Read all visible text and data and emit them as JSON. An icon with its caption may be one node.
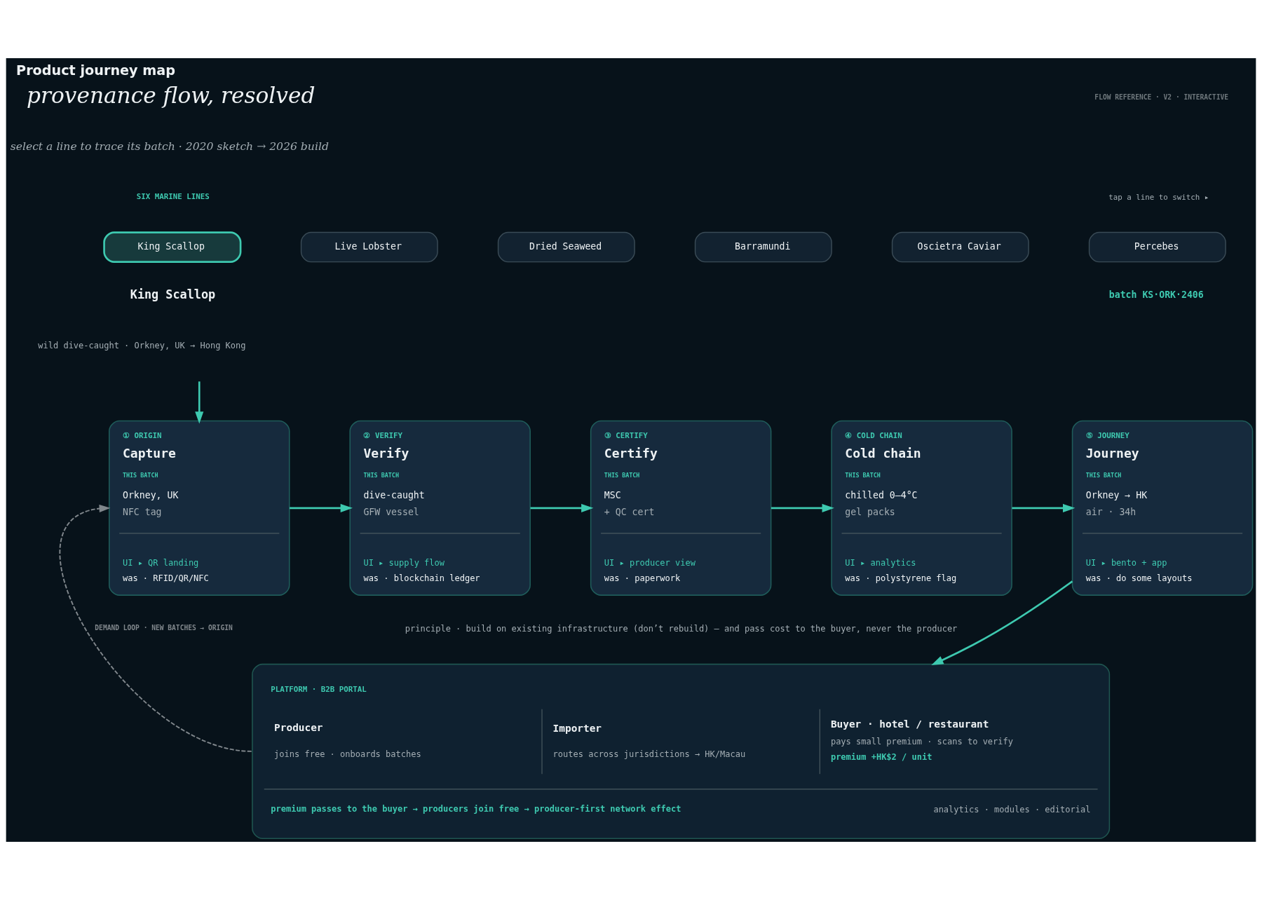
{
  "diagram": {
    "title": "Product journey map",
    "nodes": [
      {
        "text": [
          "King Scallop"
        ]
      },
      {
        "text": [
          "Live Lobster"
        ]
      },
      {
        "text": [
          "Dried Seaweed"
        ]
      },
      {
        "text": [
          "Barramundi"
        ]
      },
      {
        "text": [
          "Oscietra Caviar"
        ]
      },
      {
        "text": [
          "Percebes"
        ]
      },
      {
        "text": [
          "① ORIGIN",
          "Capture",
          "THIS BATCH",
          "Orkney, UK",
          "NFC tag",
          "UI ▸ QR landing",
          "was · RFID/QR/NFC"
        ]
      },
      {
        "text": [
          "② VERIFY",
          "Verify",
          "THIS BATCH",
          "dive-caught",
          "GFW vessel",
          "UI ▸ supply flow",
          "was · blockchain ledger"
        ]
      },
      {
        "text": [
          "③ CERTIFY",
          "Certify",
          "THIS BATCH",
          "MSC",
          "+ QC cert",
          "UI ▸ producer view",
          "was · paperwork"
        ]
      },
      {
        "text": [
          "④ COLD CHAIN",
          "Cold chain",
          "THIS BATCH",
          "chilled 0–4°C",
          "gel packs",
          "UI ▸ analytics",
          "was · polystyrene flag"
        ]
      },
      {
        "text": [
          "⑤ JOURNEY",
          "Journey",
          "THIS BATCH",
          "Orkney → HK",
          "air · 34h",
          "UI ▸ bento + app",
          "was · do some layouts"
        ]
      },
      {
        "text": [
          "PLATFORM · B2B PORTAL",
          "Producer",
          "joins free · onboards batches",
          "Importer",
          "routes across jurisdictions → HK/Macau",
          "Buyer · hotel / restaurant",
          "pays small premium · scans to verify",
          "premium +HK$2 / unit",
          "premium passes to the buyer → producers join free → producer-first network effect",
          "analytics · modules · editorial"
        ]
      }
    ],
    "edges": [
      {
        "from": null,
        "to": 6,
        "arrow": "to"
      },
      {
        "from": 6,
        "to": 7,
        "arrow": "to"
      },
      {
        "from": 7,
        "to": 8,
        "arrow": "to"
      },
      {
        "from": 8,
        "to": 9,
        "arrow": "to"
      },
      {
        "from": 9,
        "to": 10,
        "arrow": "to"
      },
      {
        "from": 10,
        "to": 11,
        "arrow": "to"
      },
      {
        "from": 11,
        "to": 6,
        "arrow": "to",
        "label": "DEMAND LOOP · NEW BATCHES → ORIGIN",
        "style": "dashed",
        "color": "#80878c"
      }
    ],
    "labels": [
      "provenance flow, resolved",
      "FLOW REFERENCE · V2 · INTERACTIVE",
      "select a line to trace its batch · 2020 sketch → 2026 build",
      "SIX MARINE LINES",
      "tap a line to switch ▸",
      "King Scallop",
      "batch KS·ORK·2406",
      "wild dive-caught · Orkney, UK → Hong Kong",
      "principle · build on existing infrastructure (don’t rebuild) — and pass cost to the buyer, never the producer"
    ]
  }
}
